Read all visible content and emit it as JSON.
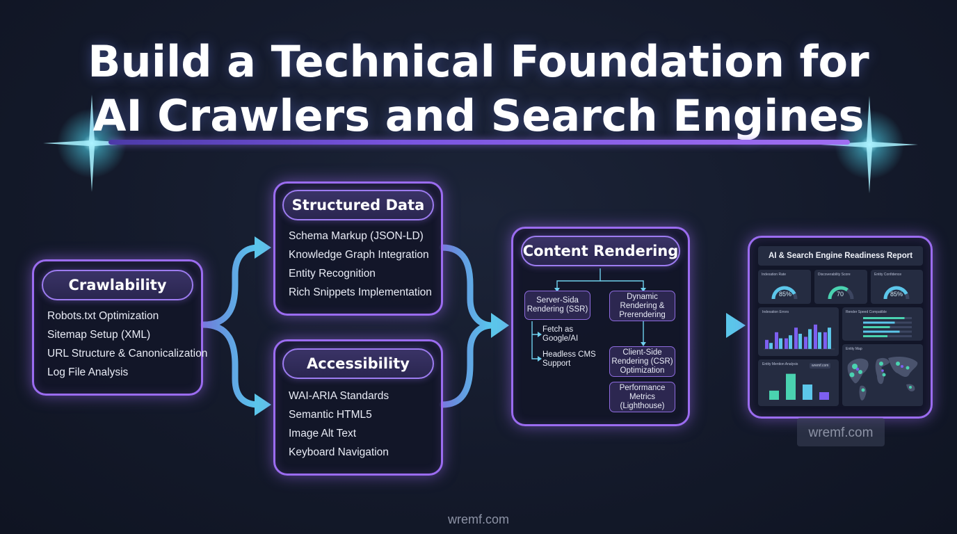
{
  "title": {
    "line1": "Build a Technical Foundation for",
    "line2": "AI Crawlers and Search Engines"
  },
  "colors": {
    "background": "#141a2b",
    "box_border": "#9b6cf0",
    "arrow": "#5cc6ea",
    "title_underline": "#7a55e0"
  },
  "crawlability": {
    "heading": "Crawlability",
    "items": [
      "Robots.txt Optimization",
      "Sitemap Setup (XML)",
      "URL Structure & Canonicalization",
      "Log File Analysis"
    ]
  },
  "structured_data": {
    "heading": "Structured Data",
    "items": [
      "Schema Markup (JSON-LD)",
      "Knowledge Graph Integration",
      "Entity Recognition",
      "Rich Snippets Implementation"
    ]
  },
  "accessibility": {
    "heading": "Accessibility",
    "items": [
      "WAI-ARIA Standards",
      "Semantic HTML5",
      "Image Alt Text",
      "Keyboard Navigation"
    ]
  },
  "content_rendering": {
    "heading": "Content Rendering",
    "ssr": "Server-Sida Rendering (SSR)",
    "ssr_line1": "Server-Sida",
    "ssr_line2": "Rendering (SSR)",
    "fetch_line1": "Fetch as",
    "fetch_line2": "Google/AI",
    "cms_line1": "Headless CMS",
    "cms_line2": "Support",
    "dyn_line1": "Dynamic",
    "dyn_line2": "Rendering &",
    "dyn_line3": "Prerendering",
    "csr_line1": "Client-Side",
    "csr_line2": "Rendering (CSR)",
    "csr_line3": "Optimization",
    "perf_line1": "Performance",
    "perf_line2": "Metrics",
    "perf_line3": "(Lighthouse)"
  },
  "report": {
    "title": "AI & Search Engine Readiness Report",
    "gauges": [
      {
        "label": "Indexation Rate",
        "value": "85%",
        "fraction": 0.85
      },
      {
        "label": "Discoverability Score",
        "value": "70",
        "fraction": 0.7
      },
      {
        "label": "Entity Confidence",
        "value": "85%",
        "fraction": 0.85
      }
    ],
    "panel_labels": {
      "indexation_errors": "Indexation Errors",
      "render_speed": "Render Speed Compatible",
      "entity_mentions": "Entity Mention Analysis",
      "entity_map": "Entity Map",
      "report_tag": "wremf.com"
    },
    "bars_a": [
      0.3,
      0.55,
      0.35,
      0.7,
      0.4,
      0.8,
      0.55
    ],
    "bars_a2": [
      0.2,
      0.35,
      0.45,
      0.5,
      0.65,
      0.55,
      0.7
    ],
    "hbars": [
      0.85,
      0.65,
      0.55,
      0.75,
      0.5
    ],
    "bars_b": [
      0.3,
      0.85,
      0.5,
      0.25
    ]
  },
  "watermarks": {
    "box": "wremf.com",
    "bottom": "wremf.com"
  }
}
